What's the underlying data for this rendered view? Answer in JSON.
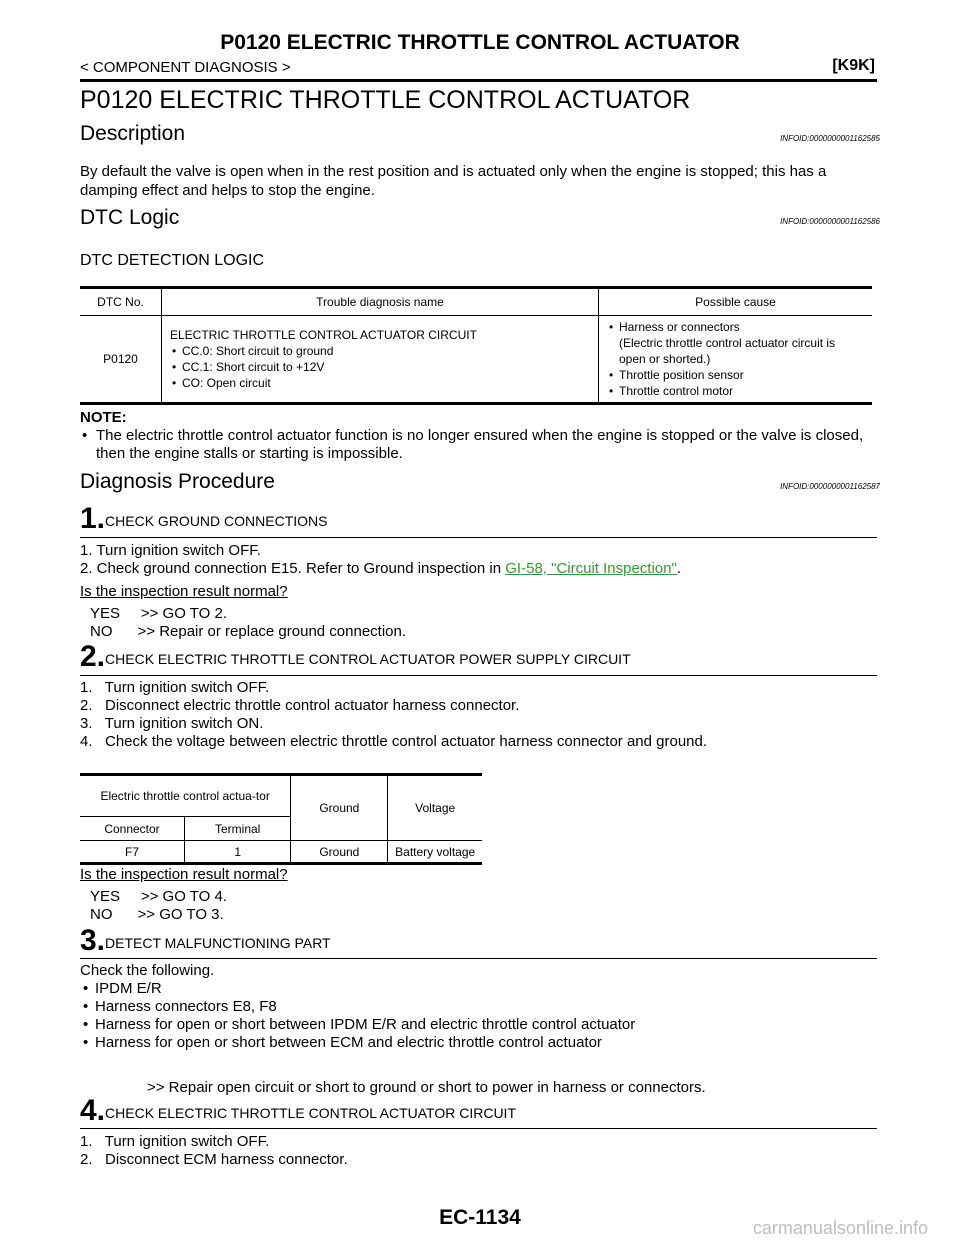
{
  "header": {
    "title": "P0120 ELECTRIC THROTTLE CONTROL ACTUATOR",
    "section": "< COMPONENT DIAGNOSIS >",
    "model": "[K9K]"
  },
  "doc_title": "P0120 ELECTRIC THROTTLE CONTROL ACTUATOR",
  "description": {
    "heading": "Description",
    "infoid": "INFOID:0000000001162585",
    "text": "By default the valve is open when in the rest position and is actuated only when the engine is stopped; this has a damping effect and helps to stop the engine."
  },
  "dtc_logic": {
    "heading": "DTC Logic",
    "infoid": "INFOID:0000000001162586",
    "subheading": "DTC DETECTION LOGIC",
    "table": {
      "headers": [
        "DTC No.",
        "Trouble diagnosis name",
        "Possible cause"
      ],
      "dtc_no": "P0120",
      "name_title": "ELECTRIC THROTTLE CONTROL ACTUATOR CIRCUIT",
      "name_items": [
        "CC.0: Short circuit to ground",
        "CC.1: Short circuit to +12V",
        "CO: Open circuit"
      ],
      "cause_first": "Harness or connectors",
      "cause_first_detail": "(Electric throttle control actuator circuit is open or shorted.)",
      "cause_items": [
        "Throttle position sensor",
        "Throttle control motor"
      ]
    },
    "note_label": "NOTE:",
    "note_text": "The electric throttle control actuator function is no longer ensured when the engine is stopped or the valve is closed, then the engine stalls or starting is impossible."
  },
  "diagnosis": {
    "heading": "Diagnosis Procedure",
    "infoid": "INFOID:0000000001162587",
    "step1": {
      "num": "1.",
      "title": "CHECK GROUND CONNECTIONS",
      "line1": "1.   Turn ignition switch OFF.",
      "line2_prefix": "2.    Check ground connection E15. Refer to Ground inspection in ",
      "line2_link": "GI-58, \"Circuit Inspection\"",
      "line2_suffix": ".",
      "question": "Is the inspection result normal?",
      "yes": "YES     >> GO TO 2.",
      "no": "NO      >> Repair or replace ground connection."
    },
    "step2": {
      "num": "2.",
      "title": "CHECK ELECTRIC THROTTLE CONTROL ACTUATOR POWER SUPPLY CIRCUIT",
      "lines": [
        "1.   Turn ignition switch OFF.",
        "2.   Disconnect electric throttle control actuator harness connector.",
        "3.   Turn ignition switch ON.",
        "4.   Check the voltage between electric throttle control actuator harness connector and ground."
      ],
      "table": {
        "group_header": "Electric throttle control actua-tor",
        "col_connector": "Connector",
        "col_terminal": "Terminal",
        "col_ground": "Ground",
        "col_voltage": "Voltage",
        "row": [
          "F7",
          "1",
          "Ground",
          "Battery voltage"
        ]
      },
      "question": "Is the inspection result normal?",
      "yes": "YES     >> GO TO 4.",
      "no": "NO      >> GO TO 3."
    },
    "step3": {
      "num": "3.",
      "title": "DETECT MALFUNCTIONING PART",
      "intro": "Check the following.",
      "items": [
        "IPDM E/R",
        "Harness connectors E8, F8",
        "Harness for open or short between IPDM E/R and electric throttle control actuator",
        "Harness for open or short between ECM and electric throttle control actuator"
      ],
      "action": ">> Repair open circuit or short to ground or short to power in harness or connectors."
    },
    "step4": {
      "num": "4.",
      "title": "CHECK ELECTRIC THROTTLE CONTROL ACTUATOR CIRCUIT",
      "lines": [
        "1.   Turn ignition switch OFF.",
        "2.   Disconnect ECM harness connector."
      ]
    }
  },
  "footer": {
    "page": "EC-1134",
    "watermark": "carmanualsonline.info"
  }
}
